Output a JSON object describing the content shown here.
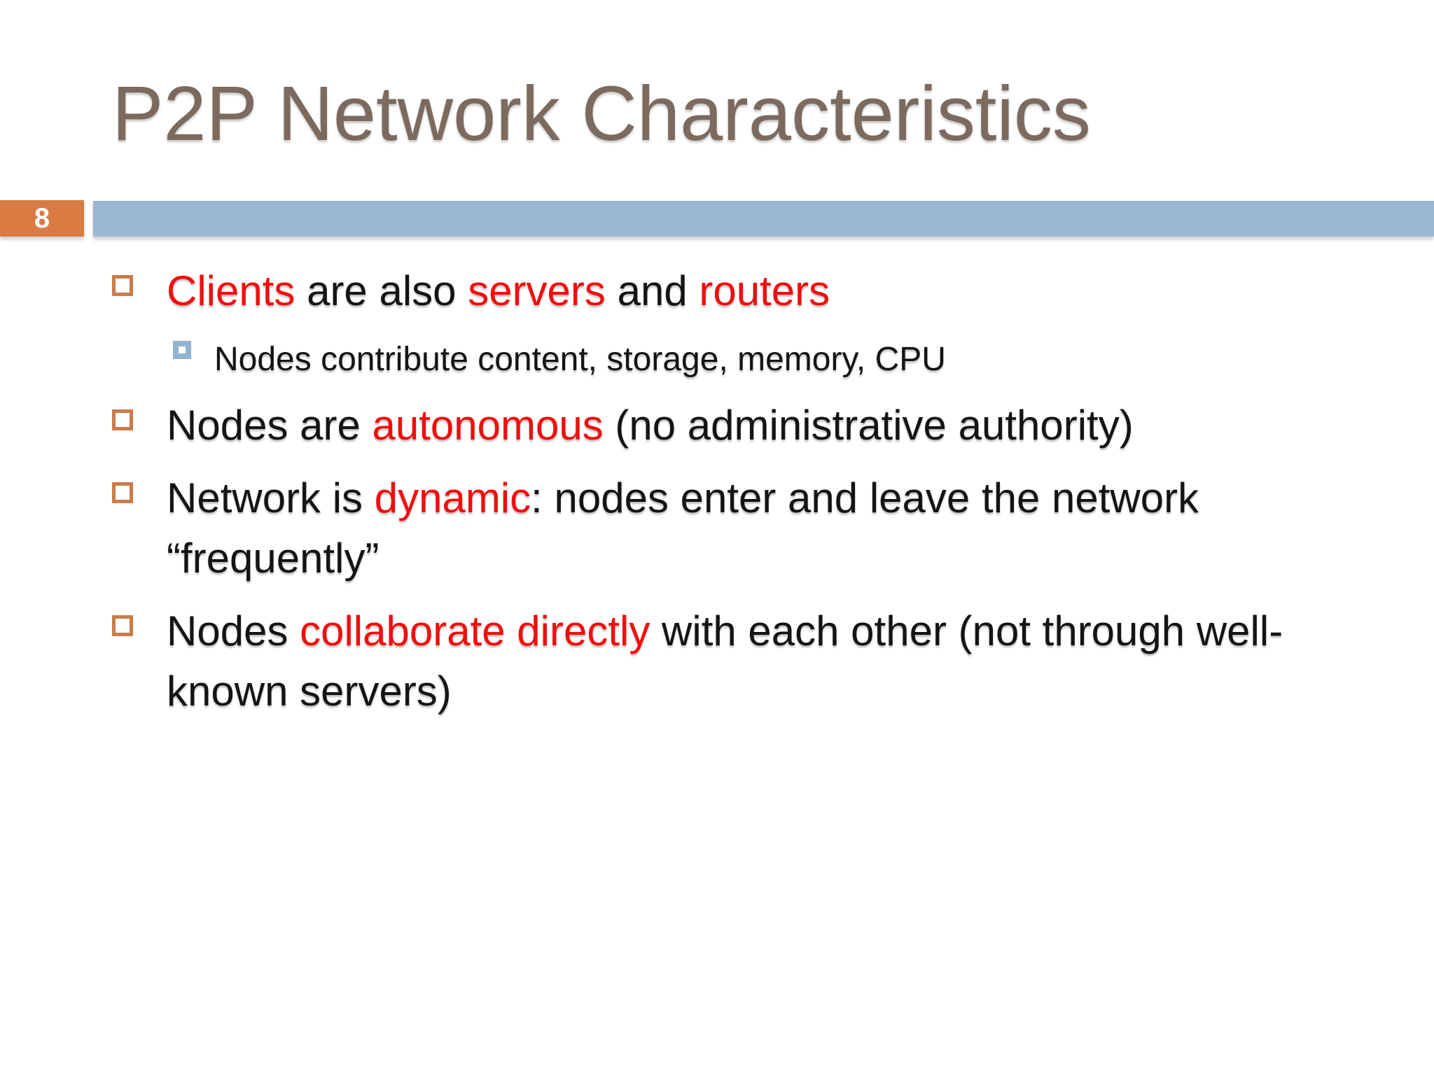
{
  "slide": {
    "title": "P2P Network Characteristics",
    "page_number": "8",
    "colors": {
      "title_text": "#7C6A5E",
      "body_text": "#141414",
      "accent_red": "#F20D0D",
      "page_badge_orange": "#D97B43",
      "band_blue": "#9BB8D3",
      "bullet_outline_orange": "#CB7C4A",
      "sub_bullet_blue": "#92B3D1",
      "background": "#ffffff"
    },
    "icons": {
      "bullet": "hollow-square-icon",
      "sub_bullet": "framed-square-icon"
    },
    "bullets": [
      {
        "level": 1,
        "lines": [
          {
            "segments": [
              {
                "text": "Clients",
                "color": "red"
              },
              {
                "text": " are also ",
                "color": "black"
              },
              {
                "text": "servers",
                "color": "red"
              },
              {
                "text": " and ",
                "color": "black"
              },
              {
                "text": "routers",
                "color": "red"
              }
            ]
          }
        ]
      },
      {
        "level": 2,
        "lines": [
          {
            "segments": [
              {
                "text": "Nodes contribute content, storage, memory, CPU",
                "color": "black"
              }
            ]
          }
        ]
      },
      {
        "level": 1,
        "lines": [
          {
            "segments": [
              {
                "text": "Nodes are ",
                "color": "black"
              },
              {
                "text": "autonomous",
                "color": "red"
              },
              {
                "text": " (no administrative authority)",
                "color": "black"
              }
            ]
          }
        ]
      },
      {
        "level": 1,
        "lines": [
          {
            "segments": [
              {
                "text": "Network is ",
                "color": "black"
              },
              {
                "text": "dynamic",
                "color": "red"
              },
              {
                "text": ": nodes enter and leave the network",
                "color": "black"
              }
            ]
          },
          {
            "segments": [
              {
                "text": "“frequently”",
                "color": "black"
              }
            ]
          }
        ]
      },
      {
        "level": 1,
        "lines": [
          {
            "segments": [
              {
                "text": "Nodes ",
                "color": "black"
              },
              {
                "text": "collaborate directly",
                "color": "red"
              },
              {
                "text": " with each other (not through well-",
                "color": "black"
              }
            ]
          },
          {
            "segments": [
              {
                "text": "known servers)",
                "color": "black"
              }
            ]
          }
        ]
      }
    ]
  }
}
